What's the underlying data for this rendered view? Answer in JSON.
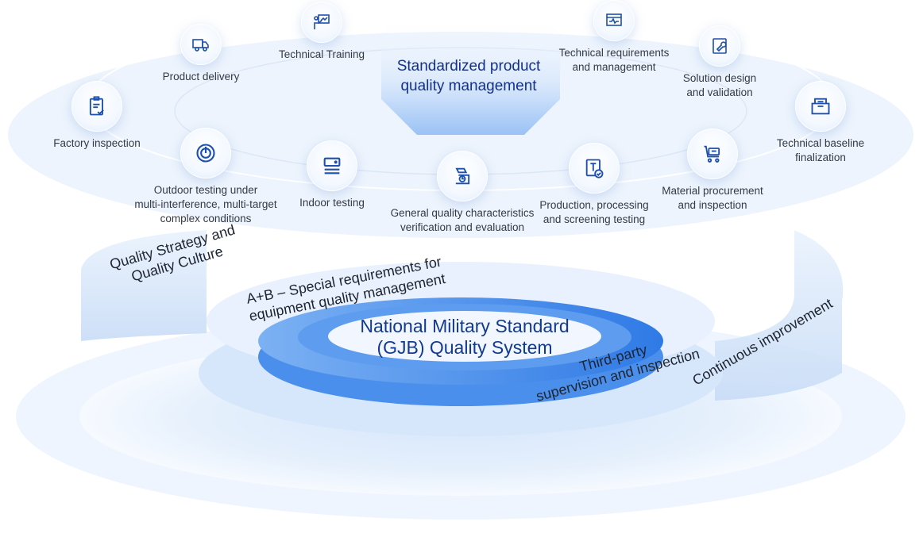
{
  "top_title": "Standardized product\nquality management",
  "core_title": "National Military Standard\n(GJB) Quality System",
  "bands": {
    "culture": "Quality Strategy and\nQuality Culture",
    "special": "A+B – Special requirements for\nequipment quality management",
    "supervision": "Third-party\nsupervision and inspection",
    "improvement": "Continuous improvement"
  },
  "nodes": [
    {
      "label": "Product delivery",
      "icon": "truck-icon"
    },
    {
      "label": "Technical Training",
      "icon": "presentation-icon"
    },
    {
      "label": "Technical requirements\nand management",
      "icon": "monitor-pulse-icon"
    },
    {
      "label": "Solution design\nand validation",
      "icon": "wrench-icon"
    },
    {
      "label": "Factory inspection",
      "icon": "clipboard-check-icon"
    },
    {
      "label": "Technical baseline\nfinalization",
      "icon": "folder-doc-icon"
    },
    {
      "label": "Outdoor testing under\nmulti-interference, multi-target\ncomplex conditions",
      "icon": "gauge-icon"
    },
    {
      "label": "Indoor testing",
      "icon": "server-icon"
    },
    {
      "label": "General quality characteristics\nverification and evaluation",
      "icon": "lab-instrument-icon"
    },
    {
      "label": "Production, processing\nand screening testing",
      "icon": "text-check-icon"
    },
    {
      "label": "Material procurement\nand inspection",
      "icon": "cart-icon"
    }
  ],
  "colors": {
    "accent": "#1a5bd6",
    "icon": "#1d4fae",
    "title": "#14318a"
  }
}
